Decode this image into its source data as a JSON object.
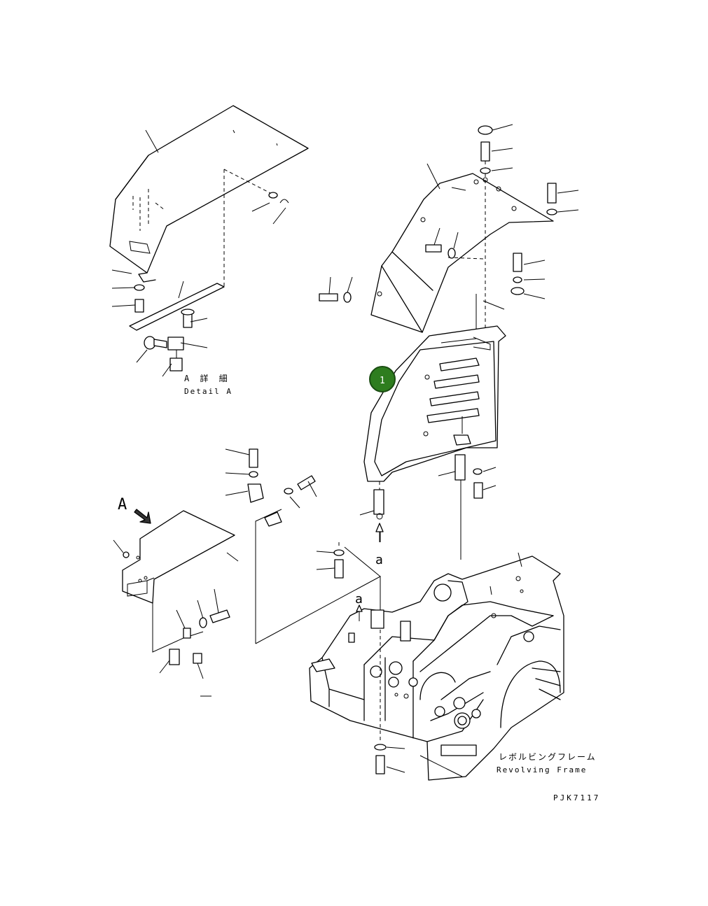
{
  "detail_label_jp": "A 詳 細",
  "detail_label_en": "Detail A",
  "view_marker": "A",
  "arrow_label_1": "a",
  "arrow_label_2": "a",
  "frame_label_jp": "レボルビングフレーム",
  "frame_label_en": "Revolving Frame",
  "drawing_code": "PJK7117",
  "callout_number": "1",
  "colors": {
    "callout_fill": "#2e7d1f",
    "line": "#000000",
    "background": "#ffffff"
  }
}
